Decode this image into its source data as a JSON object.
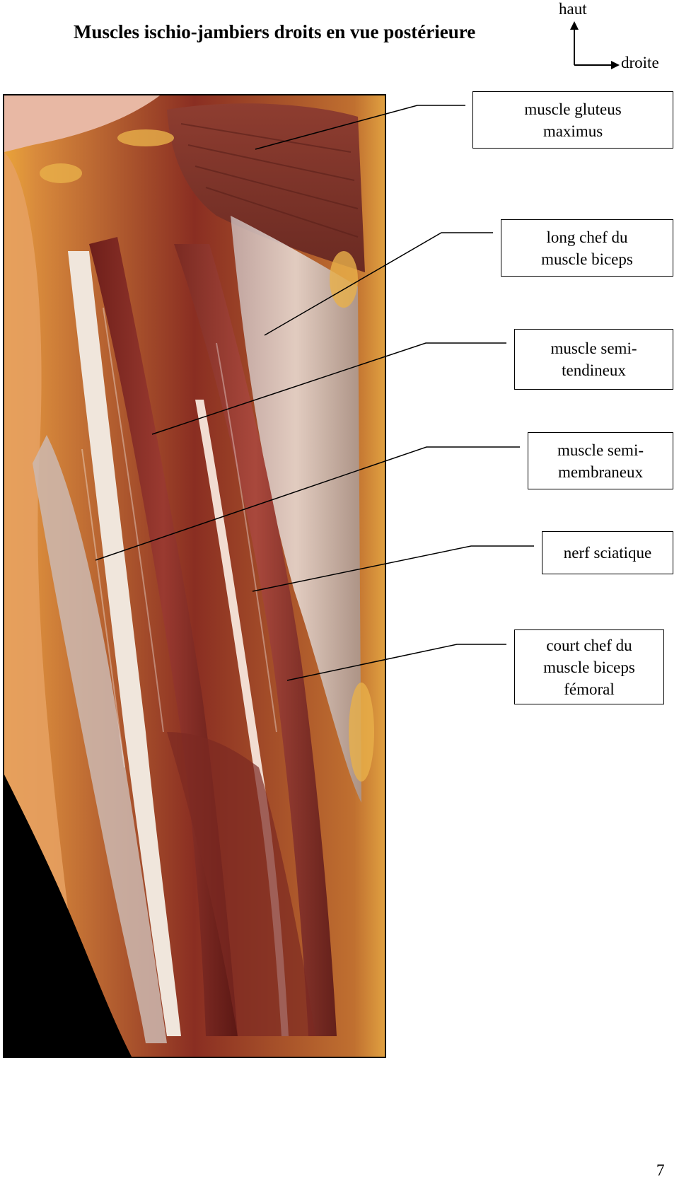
{
  "title": "Muscles ischio-jambiers droits en vue postérieure",
  "orientation": {
    "up": "haut",
    "right": "droite"
  },
  "labels": [
    {
      "text": "muscle gluteus\nmaximus"
    },
    {
      "text": "long chef du\nmuscle biceps"
    },
    {
      "text": "muscle semi-\ntendineux"
    },
    {
      "text": "muscle semi-\nmembraneux"
    },
    {
      "text": "nerf sciatique"
    },
    {
      "text": "court chef du\nmuscle biceps\nfémoral"
    }
  ],
  "page_number": "7"
}
